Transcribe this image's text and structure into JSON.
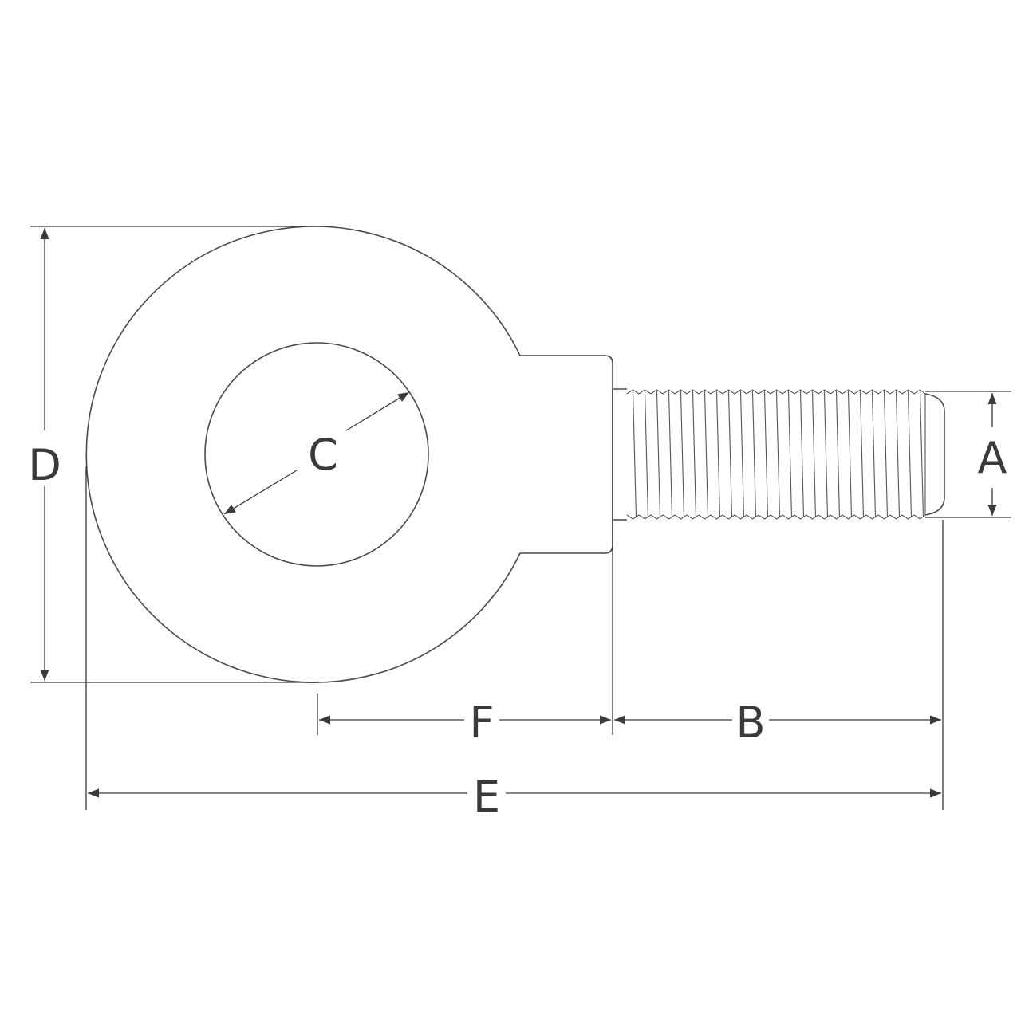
{
  "diagram": {
    "labels": {
      "A": "A",
      "B": "B",
      "C": "C",
      "D": "D",
      "E": "E",
      "F": "F"
    },
    "colors": {
      "line": "#4a4a4a",
      "dimension": "#3a3a3a",
      "background": "#ffffff"
    }
  }
}
